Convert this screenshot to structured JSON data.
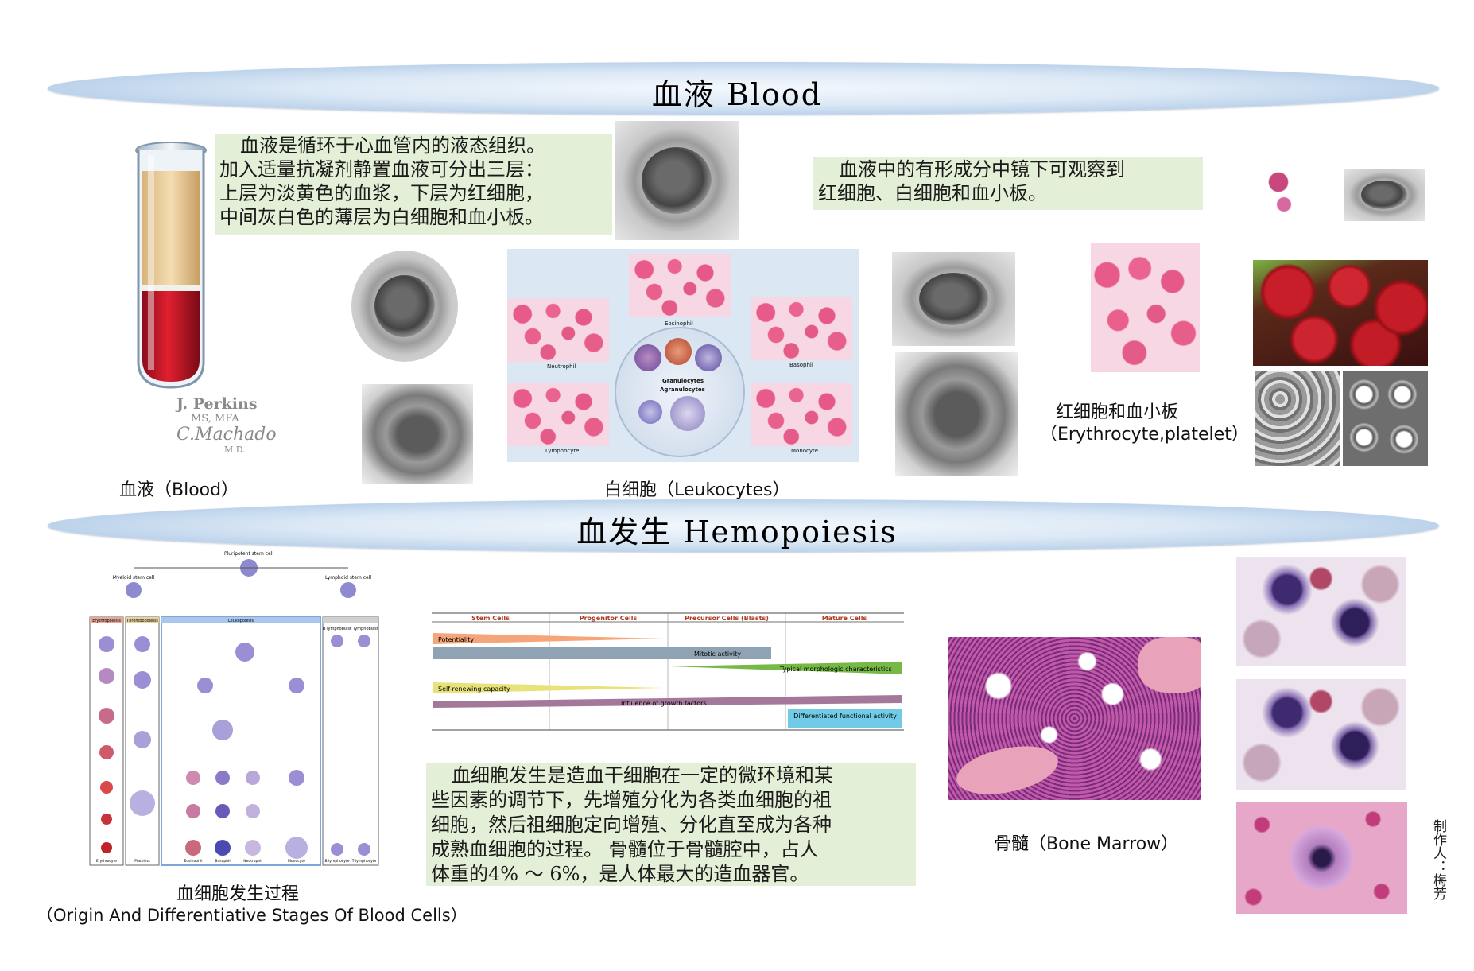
{
  "section1": {
    "title": "血液 Blood"
  },
  "blood_text": [
    "血液是循环于心血管内的液态组织。",
    "加入适量抗凝剂静置血液可分出三层：",
    "上层为淡黄色的血浆，下层为红细胞，",
    "中间灰白色的薄层为白细胞和血小板。"
  ],
  "formed_text": [
    "血液中的有形成分中镜下可观察到",
    "红细胞、白细胞和血小板。"
  ],
  "signature": {
    "name": "J. Perkins",
    "degree": "MS, MFA",
    "name2": "C.Machado",
    "degree2": "M.D."
  },
  "captions": {
    "blood": "血液（Blood）",
    "leukocytes": "白细胞（Leukocytes）",
    "erythrocyte_cn": "红细胞和血小板",
    "erythrocyte_en": "（Erythrocyte,platelet）",
    "bone_marrow": "骨髓（Bone Marrow）",
    "origin_cn": "血细胞发生过程",
    "origin_en": "（Origin And Differentiative Stages Of Blood Cells）",
    "author": "制作人：梅芳"
  },
  "leuko_labels": {
    "eosinophil": "Eosinophil",
    "neutrophil": "Neutrophil",
    "basophil": "Basophil",
    "lymphocyte": "Lymphocyte",
    "monocyte": "Monocyte",
    "granulocytes": "Granulocytes",
    "agranulocytes": "Agranulocytes"
  },
  "section2": {
    "title": "血发生 Hemopoiesis"
  },
  "stage_chart": {
    "headers": [
      "Stem Cells",
      "Progenitor Cells",
      "Precursor Cells (Blasts)",
      "Mature Cells"
    ],
    "bars": [
      {
        "label": "Potentiality",
        "color": "#f4a67a"
      },
      {
        "label": "Mitotic activity",
        "color": "#8fa3b5"
      },
      {
        "label": "Typical morphologic characteristics",
        "color": "#76b947"
      },
      {
        "label": "Self-renewing capacity",
        "color": "#e8e27a"
      },
      {
        "label": "Influence of growth factors",
        "color": "#a4789a"
      },
      {
        "label": "Differentiated functional activity",
        "color": "#72cbe6"
      }
    ]
  },
  "hemo_text": [
    "血细胞发生是造血干细胞在一定的微环境和某",
    "些因素的调节下，先增殖分化为各类血细胞的祖",
    "细胞，然后祖细胞定向增殖、分化直至成为各种",
    "成熟血细胞的过程。 骨髓位于骨髓腔中，占人",
    "体重的4% ～ 6%，是人体最大的造血器官。"
  ],
  "lineage": {
    "pluripotent": "Pluripotent stem cell",
    "myeloid": "Myeloid stem cell",
    "lymphoid": "Lymphoid stem cell",
    "columns": [
      "Erythropoiesis",
      "Thrombopoiesis",
      "Leukopoiesis",
      "B lymphoblast",
      "T lymphoblast"
    ],
    "bottom": [
      "Erythrocyte",
      "Platelets",
      "Eosinophil",
      "Basophil",
      "Neutrophil",
      "Monocyte",
      "B lymphocyte",
      "T lymphocyte"
    ]
  },
  "colors": {
    "accent_green": "#e3efd6",
    "banner_blue": "#b7cfe9",
    "blood_red": "#c8102e",
    "plasma": "#e9c690"
  }
}
